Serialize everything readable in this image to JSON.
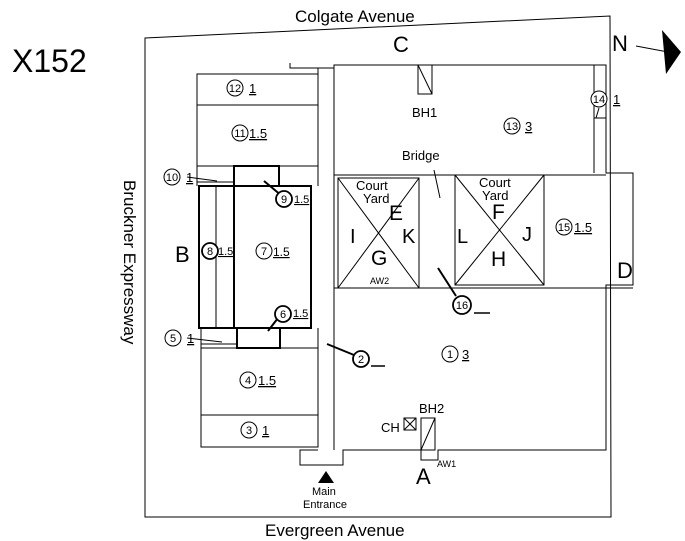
{
  "plan_id": "X152",
  "streets": {
    "north": "Colgate Avenue",
    "south": "Evergreen Avenue",
    "west": "Bruckner Expressway"
  },
  "compass_label": "N",
  "entrance": {
    "line1": "Main",
    "line2": "Entrance"
  },
  "wings": {
    "A": "A",
    "B": "B",
    "C": "C",
    "D": "D",
    "E": "E",
    "F": "F",
    "G": "G",
    "H": "H",
    "I": "I",
    "J": "J",
    "K": "K",
    "L": "L"
  },
  "labels": {
    "bh1": "BH1",
    "bh2": "BH2",
    "ch": "CH",
    "aw1": "AW1",
    "aw2": "AW2",
    "bridge": "Bridge",
    "court1_l1": "Court",
    "court1_l2": "Yard",
    "court2_l1": "Court",
    "court2_l2": "Yard"
  },
  "sections": [
    {
      "num": "1",
      "floors": "3"
    },
    {
      "num": "2",
      "floors": ""
    },
    {
      "num": "3",
      "floors": "1"
    },
    {
      "num": "4",
      "floors": "1.5"
    },
    {
      "num": "5",
      "floors": "1"
    },
    {
      "num": "6",
      "floors": "1.5"
    },
    {
      "num": "7",
      "floors": "1.5"
    },
    {
      "num": "8",
      "floors": "1.5"
    },
    {
      "num": "9",
      "floors": "1.5"
    },
    {
      "num": "10",
      "floors": "1"
    },
    {
      "num": "11",
      "floors": "1.5"
    },
    {
      "num": "12",
      "floors": "1"
    },
    {
      "num": "13",
      "floors": "3"
    },
    {
      "num": "14",
      "floors": "1"
    },
    {
      "num": "15",
      "floors": "1.5"
    },
    {
      "num": "16",
      "floors": ""
    }
  ]
}
